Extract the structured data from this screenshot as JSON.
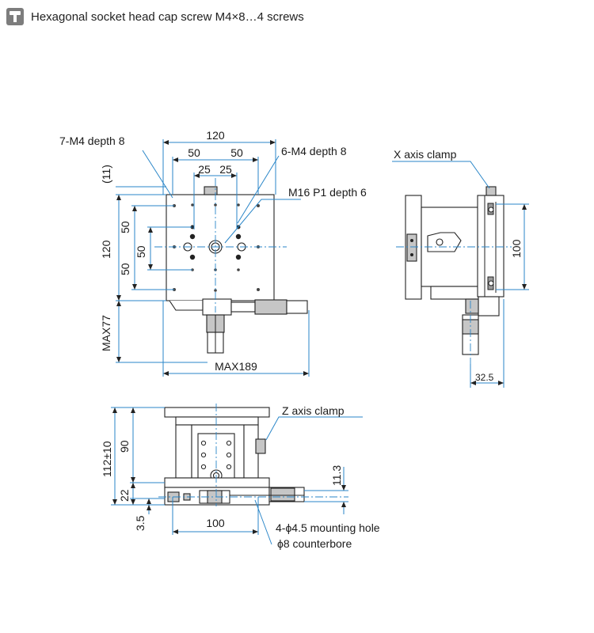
{
  "header": {
    "icon": "hex-socket-screw-icon",
    "text": "Hexagonal socket head cap screw M4×8…4 screws"
  },
  "top_view": {
    "labels": {
      "tapped_holes_7": "7-M4 depth 8",
      "tapped_holes_6": "6-M4 depth 8",
      "center_thread": "M16 P1 depth 6"
    },
    "dims": {
      "width": "120",
      "pitch_left": "50",
      "pitch_right": "50",
      "inner_left": "25",
      "inner_right": "25",
      "offset": "(11)",
      "height": "120",
      "vert_upper": "50",
      "vert_lower": "50",
      "vert_inner": "50",
      "max_depth": "MAX77",
      "max_width": "MAX189"
    }
  },
  "side_view": {
    "labels": {
      "clamp": "X axis clamp"
    },
    "dims": {
      "height": "100",
      "offset": "32.5"
    }
  },
  "front_view": {
    "labels": {
      "clamp": "Z axis clamp",
      "mounting_hole": "4-ϕ4.5 mounting hole",
      "counterbore": "ϕ8 counterbore"
    },
    "dims": {
      "total_height": "112±10",
      "travel": "90",
      "base": "22",
      "base_thick": "3.5",
      "hole_pitch": "100",
      "screw_height": "11.3"
    }
  },
  "colors": {
    "dimension_blue": "#2a86c8",
    "icon_gray": "#7d7d7d"
  }
}
